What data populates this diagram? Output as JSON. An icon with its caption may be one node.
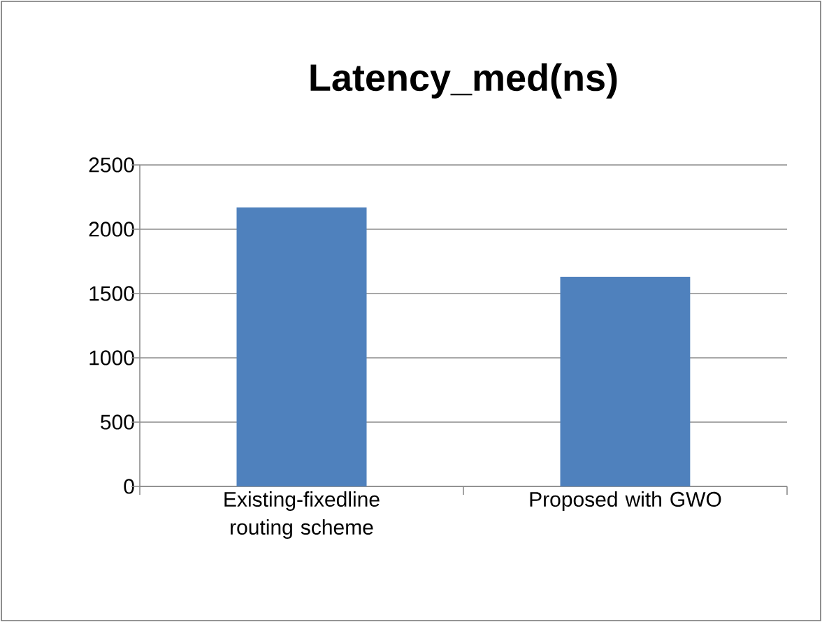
{
  "diagram": {
    "chart_data": {
      "type": "bar",
      "title": "Latency_med(ns)",
      "categories": [
        "Existing-fixedline routing scheme",
        "Proposed with GWO"
      ],
      "series": [
        {
          "color": "#4f81bd",
          "values": [
            2170,
            1630
          ]
        }
      ],
      "ylim": [
        0,
        2500
      ],
      "grid": "major",
      "yticks": [
        0,
        500,
        1000,
        1500,
        2000,
        2500
      ]
    }
  }
}
